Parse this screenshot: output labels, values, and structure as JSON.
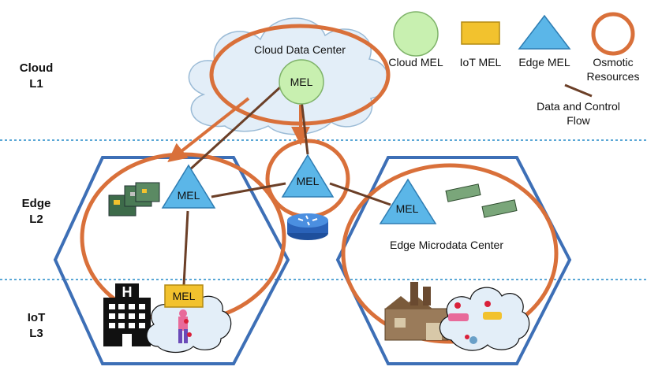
{
  "layers": [
    {
      "name": "Cloud",
      "level": "L1"
    },
    {
      "name": "Edge",
      "level": "L2"
    },
    {
      "name": "IoT",
      "level": "L3"
    }
  ],
  "cloud": {
    "title": "Cloud Data Center",
    "mel": "MEL"
  },
  "edge": {
    "left_mel": "MEL",
    "middle_mel": "MEL",
    "right_mel": "MEL",
    "microdata_title": "Edge Microdata Center"
  },
  "iot": {
    "mel": "MEL"
  },
  "legend": {
    "cloud_mel": "Cloud MEL",
    "iot_mel": "IoT MEL",
    "edge_mel": "Edge MEL",
    "osmotic_line1": "Osmotic",
    "osmotic_line2": "Resources",
    "flow_line1": "Data and Control",
    "flow_line2": "Flow"
  },
  "colors": {
    "osmotic_orange": "#d9703a",
    "edge_blue": "#5bb6e8",
    "cloud_green": "#c8f0b0",
    "iot_yellow": "#f2c22e",
    "hex_blue": "#3d6fb6",
    "flow_brown": "#6b3f27"
  }
}
